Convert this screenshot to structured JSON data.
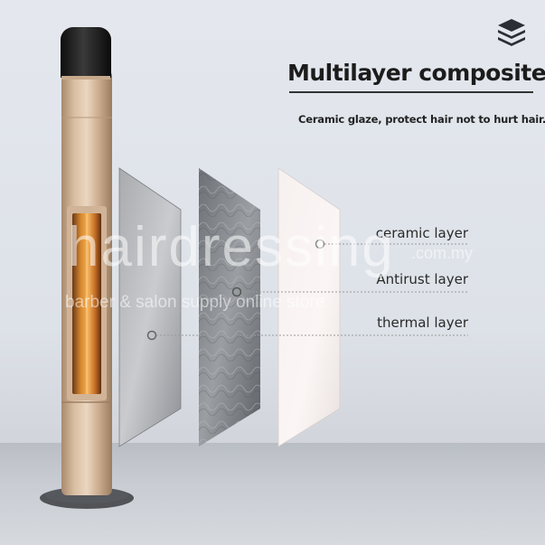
{
  "header": {
    "title": "Multilayer composite",
    "subtitle": "Ceramic glaze, protect hair not to hurt hair."
  },
  "icons": {
    "stack": "layers-stack-icon"
  },
  "layers": [
    {
      "label": "ceramic layer"
    },
    {
      "label": "Antirust layer"
    },
    {
      "label": "thermal layer"
    }
  ],
  "watermark": {
    "main": "hairdressing",
    "domain": ".com.my",
    "tagline": "barber & salon supply online store"
  },
  "colors": {
    "background": "#dde2e8",
    "rod_gold": "#c8a888",
    "cap": "#1a1a1a",
    "text": "#1c1c1c"
  }
}
